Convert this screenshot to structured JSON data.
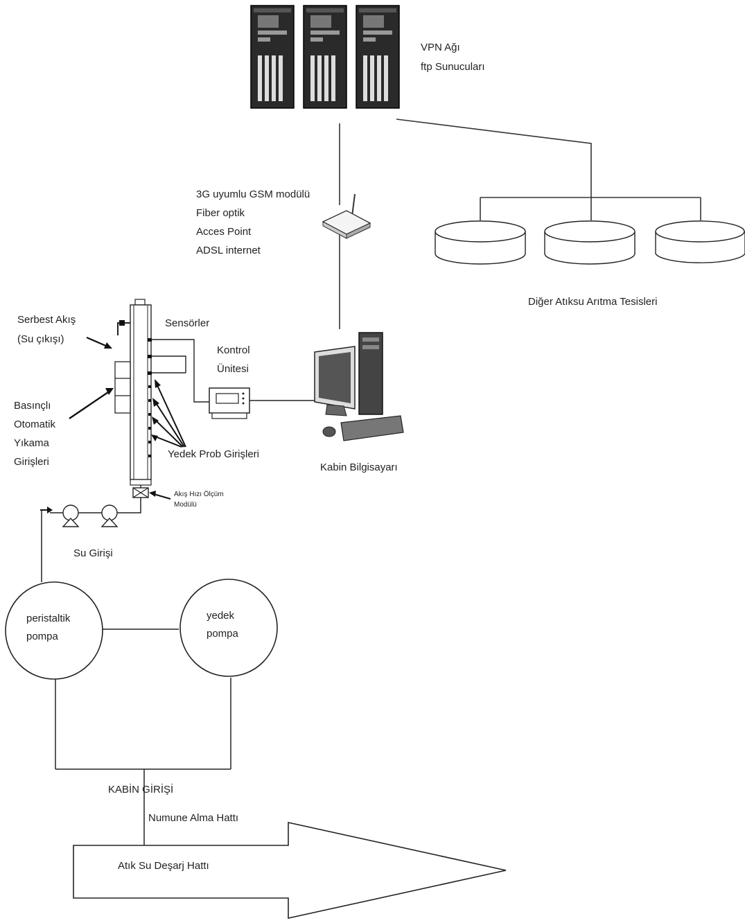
{
  "servers": {
    "line1": "VPN Ağı",
    "line2": "ftp Sunucuları"
  },
  "gsm": {
    "lines": [
      "3G uyumlu GSM modülü",
      "Fiber optik",
      "Acces Point",
      "ADSL internet"
    ]
  },
  "plants": {
    "label": "Diğer Atıksu Arıtma Tesisleri"
  },
  "column": {
    "free_flow": [
      "Serbest Akış",
      "(Su çıkışı)"
    ],
    "sensors": "Sensörler",
    "pressurized_wash": [
      "Basınçlı",
      "Otomatik",
      "Yıkama",
      "Girişleri"
    ],
    "spare_probes": "Yedek Prob Girişleri",
    "flow_meter": [
      "Akış Hızı Ölçüm",
      "Modülü"
    ],
    "water_inlet": "Su Girişi"
  },
  "control": {
    "label": [
      "Kontrol",
      "Ünitesi"
    ]
  },
  "computer": {
    "label": "Kabin Bilgisayarı"
  },
  "pumps": {
    "peristaltic": [
      "peristaltik",
      "pompa"
    ],
    "spare": [
      "yedek",
      "pompa"
    ]
  },
  "bottom": {
    "cabin_inlet": "KABİN GİRİŞİ",
    "sampling_line": "Numune   Alma Hattı",
    "discharge_line": "Atık Su Deşarj Hattı"
  }
}
